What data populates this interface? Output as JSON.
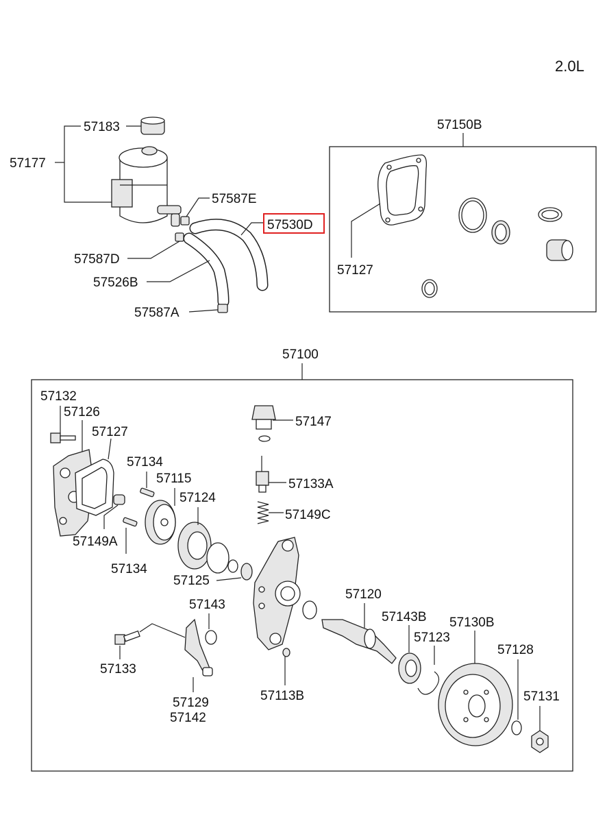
{
  "engine": "2.0L",
  "highlight_color": "#e02020",
  "labels": {
    "p57183": "57183",
    "p57177": "57177",
    "p57587E": "57587E",
    "p57530D": "57530D",
    "p57587D": "57587D",
    "p57526B": "57526B",
    "p57587A": "57587A",
    "p57150B": "57150B",
    "p57127_kit": "57127",
    "p57100": "57100",
    "p57132": "57132",
    "p57126": "57126",
    "p57127": "57127",
    "p57134_a": "57134",
    "p57115": "57115",
    "p57124": "57124",
    "p57149A": "57149A",
    "p57134_b": "57134",
    "p57147": "57147",
    "p57133A": "57133A",
    "p57149C": "57149C",
    "p57125": "57125",
    "p57143": "57143",
    "p57120": "57120",
    "p57143B": "57143B",
    "p57130B": "57130B",
    "p57123": "57123",
    "p57128": "57128",
    "p57133": "57133",
    "p57131": "57131",
    "p57113B": "57113B",
    "p57129": "57129",
    "p57142": "57142"
  }
}
